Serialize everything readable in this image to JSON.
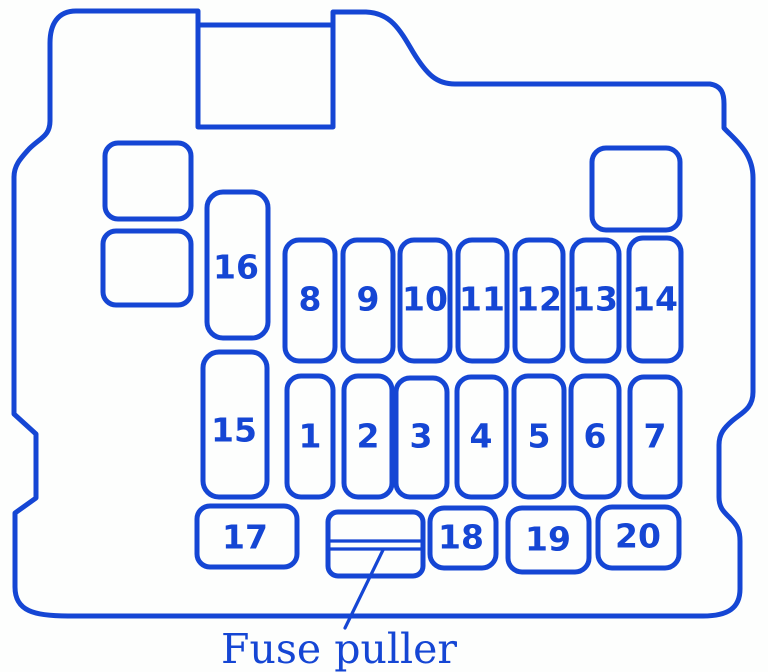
{
  "diagram": {
    "kind": "fuse-box-diagram",
    "line_color": "#1546d4",
    "background_color": "#fdfefd",
    "caption": "Fuse puller",
    "fuses": {
      "left_column": [
        "16",
        "15"
      ],
      "top_row": [
        "8",
        "9",
        "10",
        "11",
        "12",
        "13",
        "14"
      ],
      "middle_row": [
        "1",
        "2",
        "3",
        "4",
        "5",
        "6",
        "7"
      ],
      "bottom_row": [
        "17",
        "18",
        "19",
        "20"
      ]
    }
  }
}
